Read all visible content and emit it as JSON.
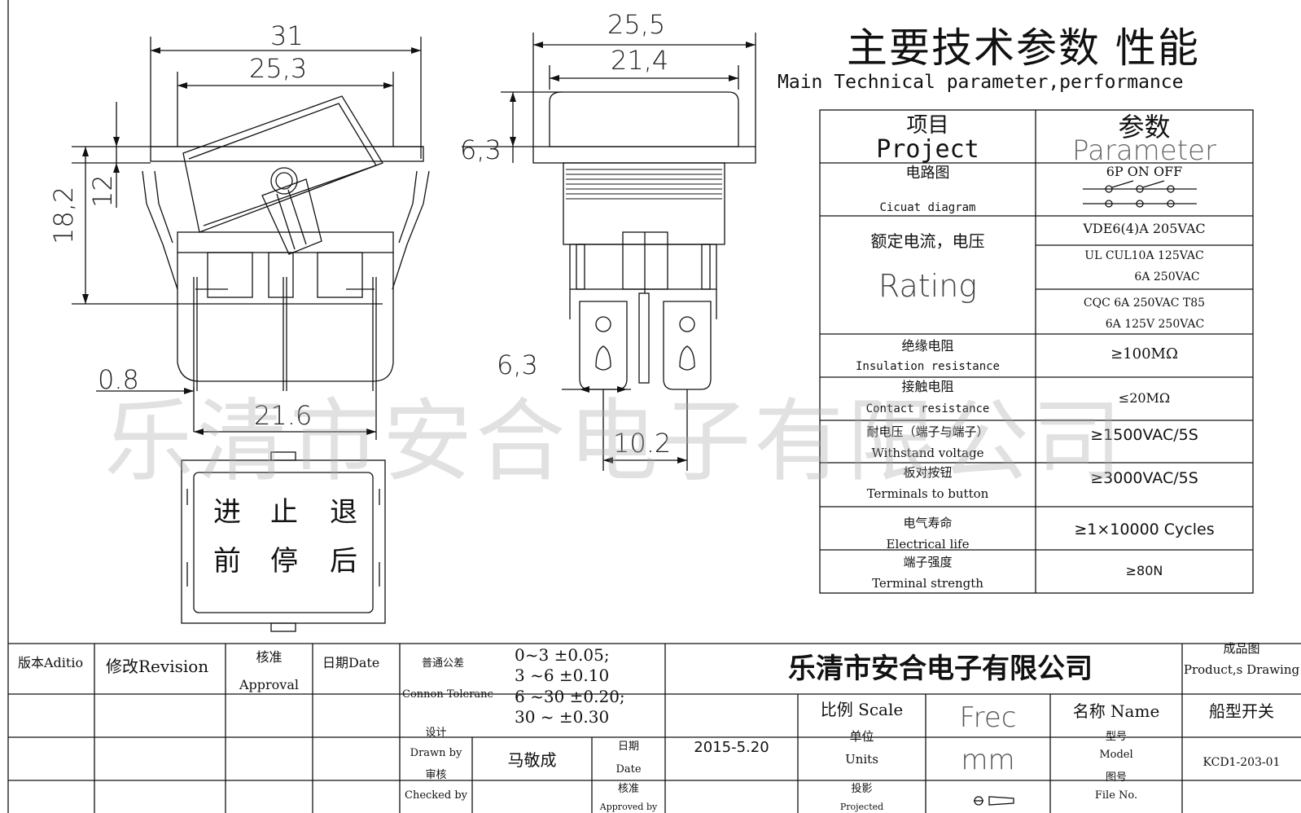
{
  "heading": {
    "title_cn": "主要技术参数 性能",
    "title_en": "Main Technical parameter,performance"
  },
  "watermark": "乐清市安合电子有限公司",
  "dimensions": {
    "side_overall_width": "31",
    "side_body_width": "25,3",
    "side_height": "18,2",
    "side_rocker_offset": "12",
    "side_pin_thickness": "0.8",
    "side_base_width": "21.6",
    "front_overall_width": "25,5",
    "front_body_width": "21,4",
    "front_top_height": "6,3",
    "front_tab_width": "6,3",
    "front_tab_pitch": "10.2"
  },
  "button_face": {
    "top_row": [
      "进",
      "止",
      "退"
    ],
    "bottom_row": [
      "前",
      "停",
      "后"
    ]
  },
  "spec_table": {
    "header": {
      "project_cn": "项目",
      "project_en": "Project",
      "param_cn": "参数",
      "param_en": "Parameter"
    },
    "circuit": {
      "label_cn": "电路图",
      "label_en": "Cicuat diagram",
      "value": "6P ON OFF"
    },
    "rating": {
      "label_cn": "额定电流，电压",
      "label_en": "Rating",
      "v1": "VDE6(4)A 205VAC",
      "v2a": "UL CUL10A 125VAC",
      "v2b": "6A 250VAC",
      "v3a": "CQC 6A 250VAC T85",
      "v3b": "6A 125V 250VAC"
    },
    "insulation": {
      "label_cn": "绝缘电阻",
      "label_en": "Insulation resistance",
      "value": "≥100MΩ"
    },
    "contact": {
      "label_cn": "接触电阻",
      "label_en": "Contact resistance",
      "value": "≤20MΩ"
    },
    "withstand": {
      "label_cn": "耐电压（端子与端子）",
      "label_en": "Withstand voltage",
      "value": "≥1500VAC/5S"
    },
    "terminals_button": {
      "label_cn": "板对按钮",
      "label_en": "Terminals to button",
      "value": "≥3000VAC/5S"
    },
    "electrical_life": {
      "label_cn": "电气寿命",
      "label_en": "Electrical life",
      "value": "≥1×10000  Cycles"
    },
    "terminal_strength": {
      "label_cn": "端子强度",
      "label_en": "Terminal strength",
      "value": "≥80N"
    }
  },
  "title_block": {
    "version": "版本Aditio",
    "revision": "修改Revision",
    "approval_cn": "核准",
    "approval_en": "Approval",
    "date_header": "日期Date",
    "tolerance_cn": "普通公差",
    "tolerance_en": "Connon Toleranc",
    "tol_1": "0~3 ±0.05;",
    "tol_2": "3 ~6 ±0.10",
    "tol_3": "6 ~30 ±0.20;",
    "tol_4": "30 ~  ±0.30",
    "company": "乐清市安合电子有限公司",
    "product_drawing_cn": "成品图",
    "product_drawing_en": "Product,s Drawing",
    "scale_label": "比例 Scale",
    "scale_value": "Frec",
    "name_label": "名称  Name",
    "name_value": "船型开关",
    "drawn_cn": "设计",
    "drawn_en": "Drawn by",
    "drawn_value": "马敬成",
    "date_cn": "日期",
    "date_en": "Date",
    "date_value": "2015-5.20",
    "units_cn": "单位",
    "units_en": "Units",
    "units_value": "mm",
    "model_cn": "型号",
    "model_en": "Model",
    "model_value": "KCD1-203-01",
    "checked_cn": "审核",
    "checked_en": "Checked by",
    "approved_cn": "核准",
    "approved_en": "Approved by",
    "projection_cn": "投影",
    "projection_en": "Projected",
    "fileno_cn": "图号",
    "fileno_en": "File No."
  }
}
